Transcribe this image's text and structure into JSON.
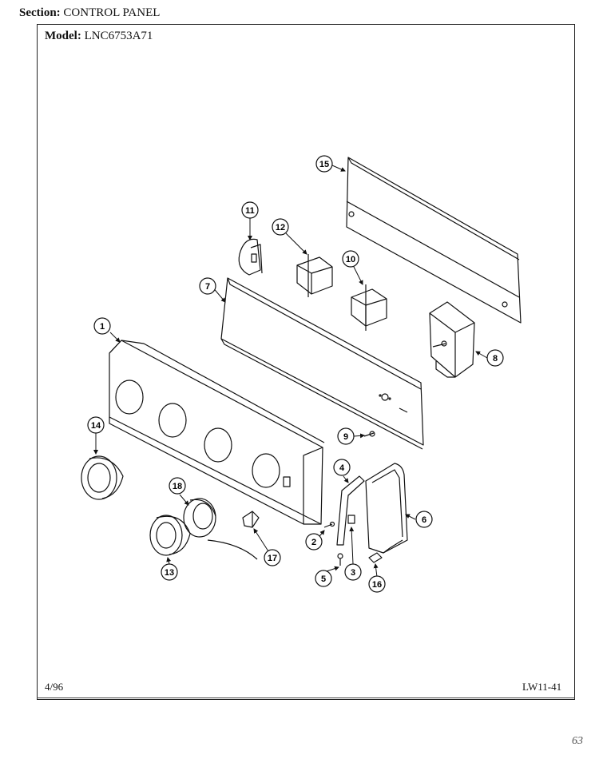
{
  "header": {
    "section_label": "Section:",
    "section_value": "CONTROL PANEL",
    "model_label": "Model:",
    "model_value": "LNC6753A71"
  },
  "footer": {
    "date": "4/96",
    "code": "LW11-41",
    "corner_mark": "63"
  },
  "callouts": {
    "c1": "1",
    "c2": "2",
    "c3": "3",
    "c4": "4",
    "c5": "5",
    "c6": "6",
    "c7": "7",
    "c8": "8",
    "c9": "9",
    "c10": "10",
    "c11": "11",
    "c12": "12",
    "c13": "13",
    "c14": "14",
    "c15": "15",
    "c16": "16",
    "c17": "17",
    "c18": "18"
  }
}
